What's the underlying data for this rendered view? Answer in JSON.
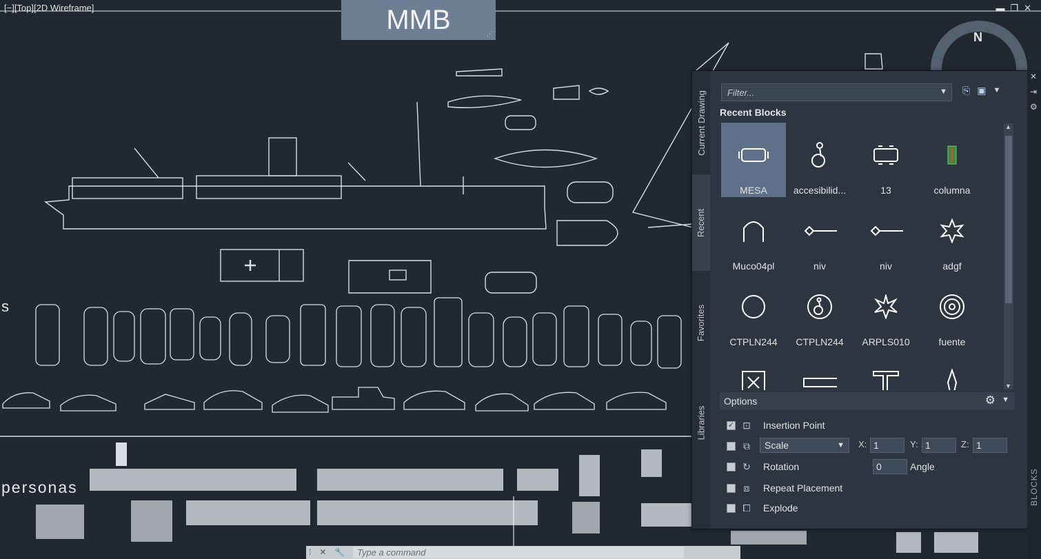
{
  "viewport": {
    "label": "[−][Top][2D Wireframe]",
    "controls": [
      "▬",
      "❐",
      "✕"
    ]
  },
  "mmb": {
    "label": "MMB",
    "grip": "⋰"
  },
  "canvas": {
    "text_left_s": "s",
    "text_personas": "personas"
  },
  "palette": {
    "tabs": [
      "Current Drawing",
      "Recent",
      "Favorites",
      "Libraries"
    ],
    "active_tab": "Recent",
    "filter_placeholder": "Filter...",
    "filter_dropdown": "▼",
    "icons": [
      "browse-blocks-icon",
      "thumbnail-view-icon",
      "view-options-caret-icon"
    ],
    "recent_title": "Recent Blocks",
    "blocks": [
      {
        "label": "MESA",
        "icon": "table-icon",
        "selected": true
      },
      {
        "label": "accesibilid...",
        "icon": "wheelchair-person-icon"
      },
      {
        "label": "13",
        "icon": "table-chairs-icon"
      },
      {
        "label": "columna",
        "icon": "column-icon"
      },
      {
        "label": "Muco04pl",
        "icon": "arch-icon"
      },
      {
        "label": "niv",
        "icon": "level-marker-icon"
      },
      {
        "label": "niv",
        "icon": "level-marker-icon"
      },
      {
        "label": "adgf",
        "icon": "star-symbol-icon"
      },
      {
        "label": "CTPLN244",
        "icon": "circle-icon"
      },
      {
        "label": "CTPLN244",
        "icon": "accessibility-icon"
      },
      {
        "label": "ARPLS010",
        "icon": "plant-icon"
      },
      {
        "label": "fuente",
        "icon": "fountain-icon"
      },
      {
        "label": "",
        "icon": "square-symbol-icon"
      },
      {
        "label": "",
        "icon": "bench-icon"
      },
      {
        "label": "",
        "icon": "wall-detail-icon"
      },
      {
        "label": "",
        "icon": "figure-icon"
      }
    ],
    "options": {
      "title": "Options",
      "insertion_point": {
        "label": "Insertion Point",
        "checked": true
      },
      "scale": {
        "checked": false,
        "value": "Scale",
        "x_label": "X:",
        "x": "1",
        "y_label": "Y:",
        "y": "1",
        "z_label": "Z:",
        "z": "1"
      },
      "rotation": {
        "label": "Rotation",
        "checked": false,
        "angle": "0",
        "angle_label": "Angle"
      },
      "repeat_placement": {
        "label": "Repeat Placement",
        "checked": false
      },
      "explode": {
        "label": "Explode",
        "checked": false
      }
    },
    "side_label": "BLOCKS",
    "side_buttons": [
      "✕",
      "⇥",
      "⚙"
    ]
  },
  "command_line": {
    "placeholder": "Type a command",
    "icons": [
      "⁞",
      "✕",
      "🔧",
      "▣"
    ]
  },
  "compass": {
    "north": "N"
  },
  "colors": {
    "background": "#212830",
    "palette": "#2c3540",
    "selection": "#5f7089",
    "mmb": "#6e7e95"
  }
}
